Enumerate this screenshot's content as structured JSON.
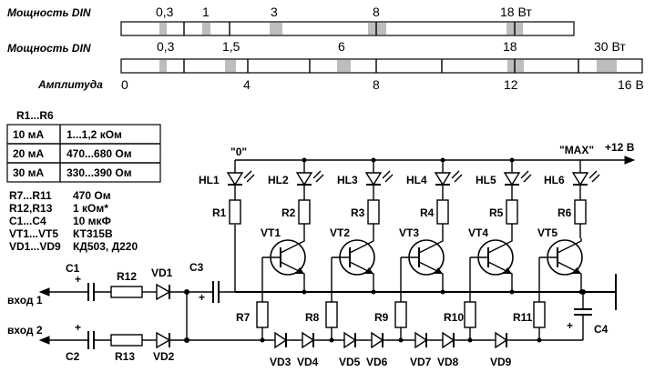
{
  "scales": {
    "din1": {
      "label": "Мощность DIN",
      "ticks": [
        "0,3",
        "1",
        "3",
        "8",
        "18 Вт"
      ]
    },
    "din2": {
      "label": "Мощность DIN",
      "ticks": [
        "0,3",
        "1,5",
        "6",
        "18",
        "30 Вт"
      ]
    },
    "amp": {
      "label": "Амплитуда",
      "ticks": [
        "0",
        "4",
        "8",
        "12",
        "16 В"
      ]
    }
  },
  "table": {
    "title": "R1...R6",
    "rows": [
      {
        "current": "10 мА",
        "value": "1...1,2 кОм"
      },
      {
        "current": "20 мА",
        "value": "470...680 Ом"
      },
      {
        "current": "30 мА",
        "value": "330...390 Ом"
      }
    ]
  },
  "parts": [
    {
      "ref": "R7...R11",
      "value": "470 Ом"
    },
    {
      "ref": "R12,R13",
      "value": "1 кОм*"
    },
    {
      "ref": "C1...C4",
      "value": "10 мкФ"
    },
    {
      "ref": "VT1...VT5",
      "value": "КТ315В"
    },
    {
      "ref": "VD1...VD9",
      "value": "КД503, Д220"
    }
  ],
  "circuit": {
    "zero": "\"0\"",
    "max": "\"MAX\"",
    "supply": "+12 В",
    "leds": [
      "HL1",
      "HL2",
      "HL3",
      "HL4",
      "HL5",
      "HL6"
    ],
    "r_top": [
      "R1",
      "R2",
      "R3",
      "R4",
      "R5",
      "R6"
    ],
    "transistors": [
      "VT1",
      "VT2",
      "VT3",
      "VT4",
      "VT5"
    ],
    "r_bottom": [
      "R7",
      "R8",
      "R9",
      "R10",
      "R11"
    ],
    "diodes_bottom": [
      "VD3",
      "VD4",
      "VD5",
      "VD6",
      "VD7",
      "VD8",
      "VD9"
    ],
    "c1": "C1",
    "c2": "C2",
    "c3": "C3",
    "c4": "C4",
    "r12": "R12",
    "r13": "R13",
    "vd1": "VD1",
    "vd2": "VD2",
    "in1": "вход 1",
    "in2": "вход 2",
    "plus": "+"
  }
}
